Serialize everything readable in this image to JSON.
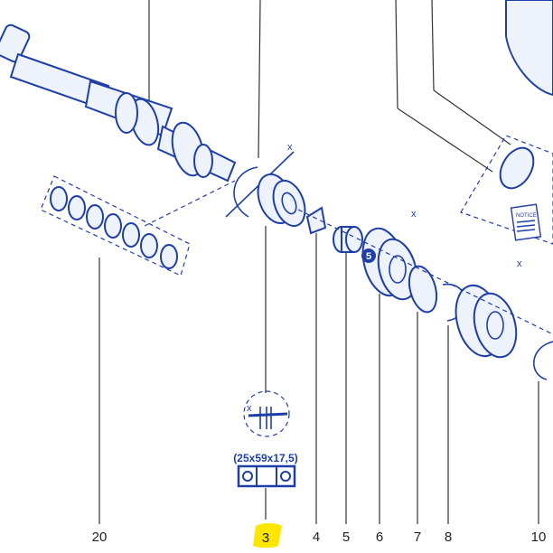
{
  "diagram": {
    "callouts": [
      "20",
      "3",
      "4",
      "5",
      "6",
      "7",
      "8",
      "10"
    ],
    "highlighted_callout": "3",
    "highlight_color": "#ffe600",
    "line_color": "#1f3fa8",
    "bearing_dimensions": "(25x59x17,5)",
    "step_badge": "5",
    "dimension_mark": "x",
    "notice_label": "NOTICE"
  }
}
